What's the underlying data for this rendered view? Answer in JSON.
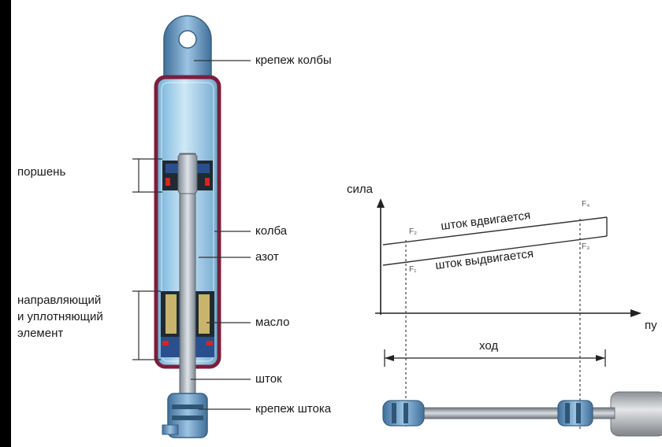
{
  "labels": {
    "flask_mount": "крепеж колбы",
    "piston": "поршень",
    "flask": "колба",
    "nitrogen": "азот",
    "guide_seal_line1": "направляющий",
    "guide_seal_line2": "и уплотняющий",
    "guide_seal_line3": "элемент",
    "oil": "масло",
    "rod": "шток",
    "rod_mount": "крепеж штока"
  },
  "graph": {
    "y_axis_label": "сила",
    "x_axis_label": "пу",
    "line_upper_label": "шток вдвигается",
    "line_lower_label": "шток выдвигается",
    "f1": "F₁",
    "f2": "F₂",
    "f3": "F₃",
    "f4": "F₄",
    "stroke_label": "ход"
  },
  "colors": {
    "tube_outline": "#7a1f3d",
    "gas_blue": "#a9d4ec",
    "rod_grey": "#9aa3ad",
    "mount_blue": "#5f8fb8",
    "oil_yellow": "#c8b46a"
  }
}
